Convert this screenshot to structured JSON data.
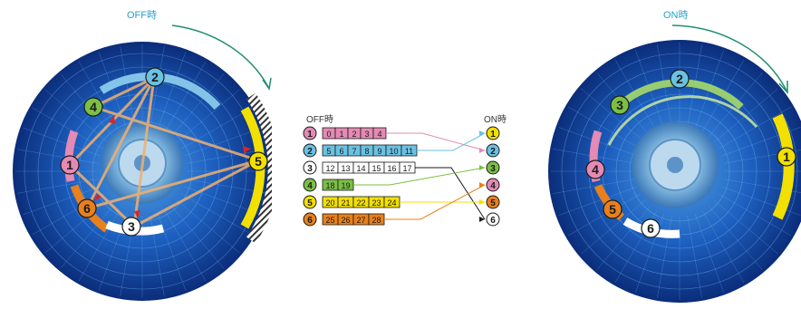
{
  "left_title": "OFF時",
  "right_title": "ON時",
  "center": {
    "off_label": "OFF時",
    "on_label": "ON時",
    "rows": [
      {
        "marker": "1",
        "cells": [
          "0",
          "1",
          "2",
          "3",
          "4"
        ],
        "color": "#e48ab4",
        "target": "2"
      },
      {
        "marker": "2",
        "cells": [
          "5",
          "6",
          "7",
          "8",
          "9",
          "10",
          "11"
        ],
        "color": "#6ac1e3",
        "target": "1"
      },
      {
        "marker": "3",
        "cells": [
          "12",
          "13",
          "14",
          "15",
          "16",
          "17"
        ],
        "color": "#ffffff",
        "target": "6"
      },
      {
        "marker": "4",
        "cells": [
          "18",
          "19"
        ],
        "color": "#7bbf45",
        "target": "3"
      },
      {
        "marker": "5",
        "cells": [
          "20",
          "21",
          "22",
          "23",
          "24"
        ],
        "color": "#f2e000",
        "target": "5"
      },
      {
        "marker": "6",
        "cells": [
          "25",
          "26",
          "27",
          "28"
        ],
        "color": "#e8801c",
        "target": "4"
      }
    ],
    "on_markers": [
      {
        "marker": "1",
        "color": "#f2e000"
      },
      {
        "marker": "2",
        "color": "#6ac1e3"
      },
      {
        "marker": "3",
        "color": "#7bbf45"
      },
      {
        "marker": "4",
        "color": "#e48ab4"
      },
      {
        "marker": "5",
        "color": "#e8801c"
      },
      {
        "marker": "6",
        "color": "#ffffff"
      }
    ]
  },
  "left_disc": {
    "markers": [
      {
        "num": "1",
        "color": "#e48ab4"
      },
      {
        "num": "2",
        "color": "#6ac1e3"
      },
      {
        "num": "3",
        "color": "#ffffff"
      },
      {
        "num": "4",
        "color": "#7bbf45"
      },
      {
        "num": "5",
        "color": "#f2e000"
      },
      {
        "num": "6",
        "color": "#e8801c"
      }
    ]
  },
  "right_disc": {
    "markers": [
      {
        "num": "1",
        "color": "#f2e000"
      },
      {
        "num": "2",
        "color": "#6ac1e3"
      },
      {
        "num": "3",
        "color": "#7bbf45"
      },
      {
        "num": "4",
        "color": "#e48ab4"
      },
      {
        "num": "5",
        "color": "#e8801c"
      },
      {
        "num": "6",
        "color": "#ffffff"
      }
    ]
  }
}
